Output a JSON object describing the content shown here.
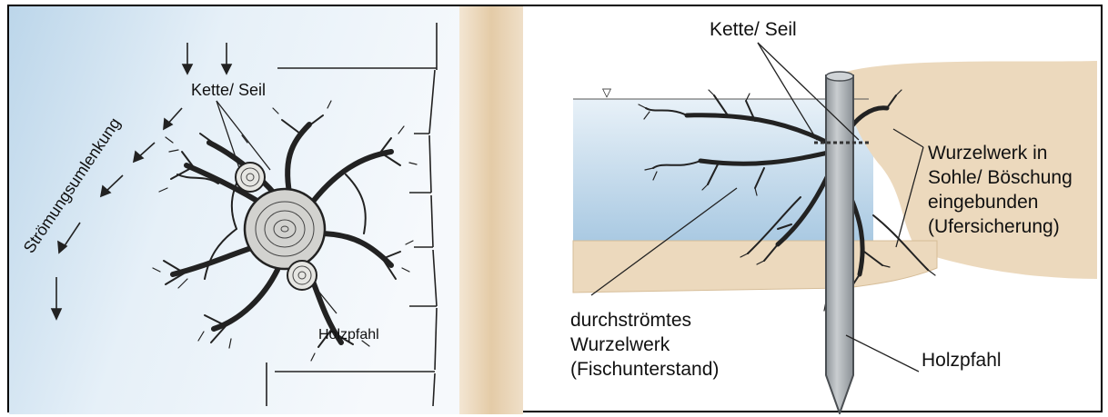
{
  "left_panel": {
    "flow_label": "Strömungsumlenkung",
    "chain_label": "Kette/ Seil",
    "post_label": "Holzpfahl"
  },
  "right_panel": {
    "chain_label": "Kette/ Seil",
    "root_label": [
      "Wurzelwerk in",
      "Sohle/ Böschung",
      "eingebunden",
      "(Ufersicherung)"
    ],
    "flow_root_label": [
      "durchströmtes",
      "Wurzelwerk",
      "(Fischunterstand)"
    ],
    "post_label": "Holzpfahl",
    "water_level_symbol": "▽"
  },
  "colors": {
    "water_light": "#eef5fb",
    "water_dark": "#b6d2e8",
    "bank_sand": "#ecd9bd",
    "bank_edge": "#d6bd98",
    "post": "#b7bcc0",
    "post_edge": "#4a4e52",
    "stump": "#d0d0cc"
  }
}
